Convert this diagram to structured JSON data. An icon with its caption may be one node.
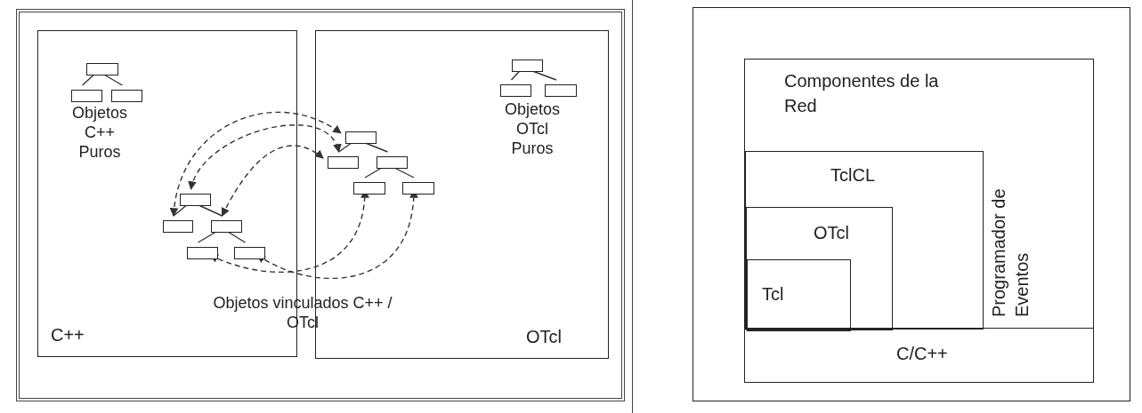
{
  "diagram": {
    "nodes": [
      {
        "text": [],
        "shape": "box"
      },
      {
        "text": [
          "C++"
        ],
        "in": 0
      },
      {
        "text": [
          "OTcl"
        ],
        "in": 0
      },
      {
        "text": [],
        "shape": "box",
        "in": 1
      },
      {
        "text": [],
        "shape": "box",
        "in": 1
      },
      {
        "text": [],
        "shape": "box",
        "in": 1
      },
      {
        "text": [],
        "shape": "box",
        "in": 1
      },
      {
        "text": [],
        "shape": "box",
        "in": 1
      },
      {
        "text": [],
        "shape": "box",
        "in": 1
      },
      {
        "text": [],
        "shape": "box",
        "in": 1
      },
      {
        "text": [],
        "shape": "box",
        "in": 1
      },
      {
        "text": [],
        "shape": "box",
        "in": 2
      },
      {
        "text": [],
        "shape": "box",
        "in": 2
      },
      {
        "text": [],
        "shape": "box",
        "in": 2
      },
      {
        "text": [],
        "shape": "box",
        "in": 2
      },
      {
        "text": [],
        "shape": "box",
        "in": 2
      },
      {
        "text": [],
        "shape": "box",
        "in": 2
      },
      {
        "text": [],
        "shape": "box",
        "in": 2
      },
      {
        "text": [],
        "shape": "box",
        "in": 2
      },
      {
        "text": [],
        "shape": "box"
      },
      {
        "text": [
          "Componentes de la Red",
          "Programador de Eventos"
        ],
        "in": 19
      },
      {
        "text": [
          "TclCL"
        ],
        "in": 20
      },
      {
        "text": [
          "OTcl"
        ],
        "in": 21
      },
      {
        "text": [
          "Tcl"
        ],
        "in": 22
      },
      {
        "text": [
          "C/C++"
        ],
        "in": 19
      }
    ],
    "edges": [
      {
        "from": 3,
        "to": 4,
        "arrow": "none"
      },
      {
        "from": 3,
        "to": 5,
        "arrow": "none"
      },
      {
        "from": 6,
        "to": 7,
        "arrow": "none"
      },
      {
        "from": 6,
        "to": 8,
        "arrow": "none"
      },
      {
        "from": 8,
        "to": 9,
        "arrow": "none"
      },
      {
        "from": 8,
        "to": 10,
        "arrow": "none"
      },
      {
        "from": 11,
        "to": 12,
        "arrow": "none"
      },
      {
        "from": 11,
        "to": 13,
        "arrow": "none"
      },
      {
        "from": 13,
        "to": 14,
        "arrow": "none"
      },
      {
        "from": 13,
        "to": 15,
        "arrow": "none"
      },
      {
        "from": 16,
        "to": 17,
        "arrow": "none"
      },
      {
        "from": 16,
        "to": 18,
        "arrow": "none"
      },
      {
        "from": 7,
        "to": 11,
        "arrow": "both",
        "style": "dashed"
      },
      {
        "from": 6,
        "to": 12,
        "arrow": "both",
        "style": "dashed"
      },
      {
        "from": 8,
        "to": 12,
        "arrow": "both",
        "style": "dashed"
      },
      {
        "from": 9,
        "to": 14,
        "arrow": "both",
        "style": "dashed"
      },
      {
        "from": 10,
        "to": 15,
        "arrow": "both",
        "style": "dashed"
      }
    ],
    "labels": [
      "Objetos C++ Puros",
      "Objetos OTcl Puros",
      "Objetos vinculados C++ / OTcl"
    ]
  }
}
